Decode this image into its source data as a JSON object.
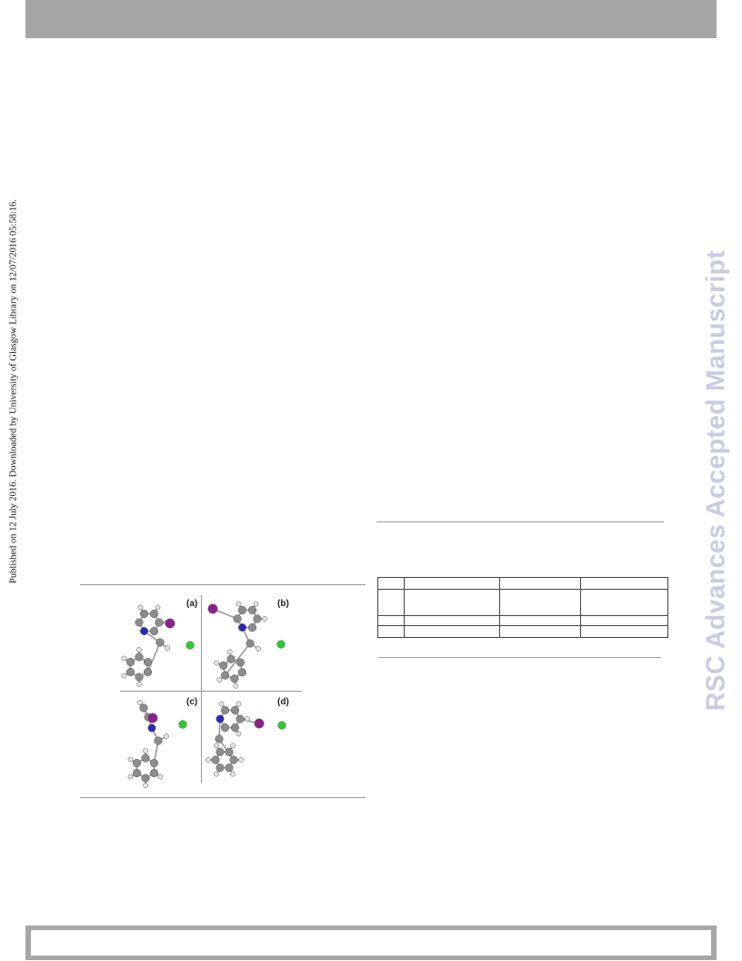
{
  "side_note": "Published on 12 July 2016. Downloaded by University of Glasgow Library on 12/07/2016 05:58:16.",
  "watermark": "RSC Advances Accepted Manuscript",
  "figure": {
    "panels": [
      {
        "label": "(a)"
      },
      {
        "label": "(b)"
      },
      {
        "label": "(c)"
      },
      {
        "label": "(d)"
      }
    ],
    "atom_colors": {
      "carbon": "#8c8c8c",
      "hydrogen": "#e6e6e6",
      "nitrogen": "#2a2ab8",
      "iodine": "#8e1f8e",
      "chlorine": "#2ecc2e"
    }
  },
  "table": {
    "rows": [
      [
        "",
        "",
        "",
        ""
      ],
      [
        "",
        "",
        "",
        ""
      ],
      [
        "",
        "",
        "",
        ""
      ],
      [
        "",
        "",
        "",
        ""
      ]
    ]
  }
}
